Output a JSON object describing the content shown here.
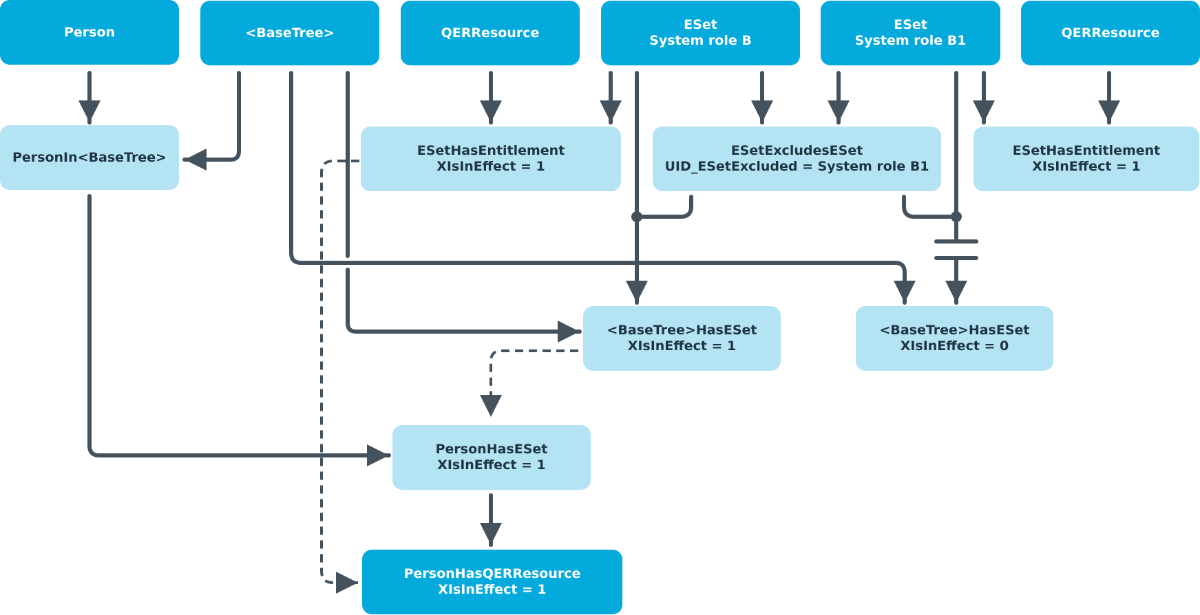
{
  "nodes": {
    "person": {
      "lines": [
        "Person"
      ]
    },
    "basetree": {
      "lines": [
        "<BaseTree>"
      ]
    },
    "qerresource_1": {
      "lines": [
        "QERResource"
      ]
    },
    "eset_b": {
      "lines": [
        "ESet",
        "System role B"
      ]
    },
    "eset_b1": {
      "lines": [
        "ESet",
        "System role B1"
      ]
    },
    "qerresource_2": {
      "lines": [
        "QERResource"
      ]
    },
    "person_in_basetree": {
      "lines": [
        "PersonIn<BaseTree>"
      ]
    },
    "esethasentitlement_1": {
      "lines": [
        "ESetHasEntitlement",
        "XIsInEffect = 1"
      ]
    },
    "esetexcludeseset": {
      "lines": [
        "ESetExcludesESet",
        "UID_ESetExcluded = System role B1"
      ]
    },
    "esethasentitlement_2": {
      "lines": [
        "ESetHasEntitlement",
        "XIsInEffect = 1"
      ]
    },
    "basetreehaseset_1": {
      "lines": [
        "<BaseTree>HasESet",
        "XIsInEffect = 1"
      ]
    },
    "basetreehaseset_0": {
      "lines": [
        "<BaseTree>HasESet",
        "XIsInEffect = 0"
      ]
    },
    "personhaseset": {
      "lines": [
        "PersonHasESet",
        "XIsInEffect = 1"
      ]
    },
    "personhasqerresource": {
      "lines": [
        "PersonHasQERResource",
        "XIsInEffect = 1"
      ]
    }
  },
  "colors": {
    "table_dark": "#04aadb",
    "table_light": "#b4e4f3",
    "connector": "#44525e",
    "text_dark_box": "#ffffff",
    "text_light_box": "#1f3442"
  }
}
